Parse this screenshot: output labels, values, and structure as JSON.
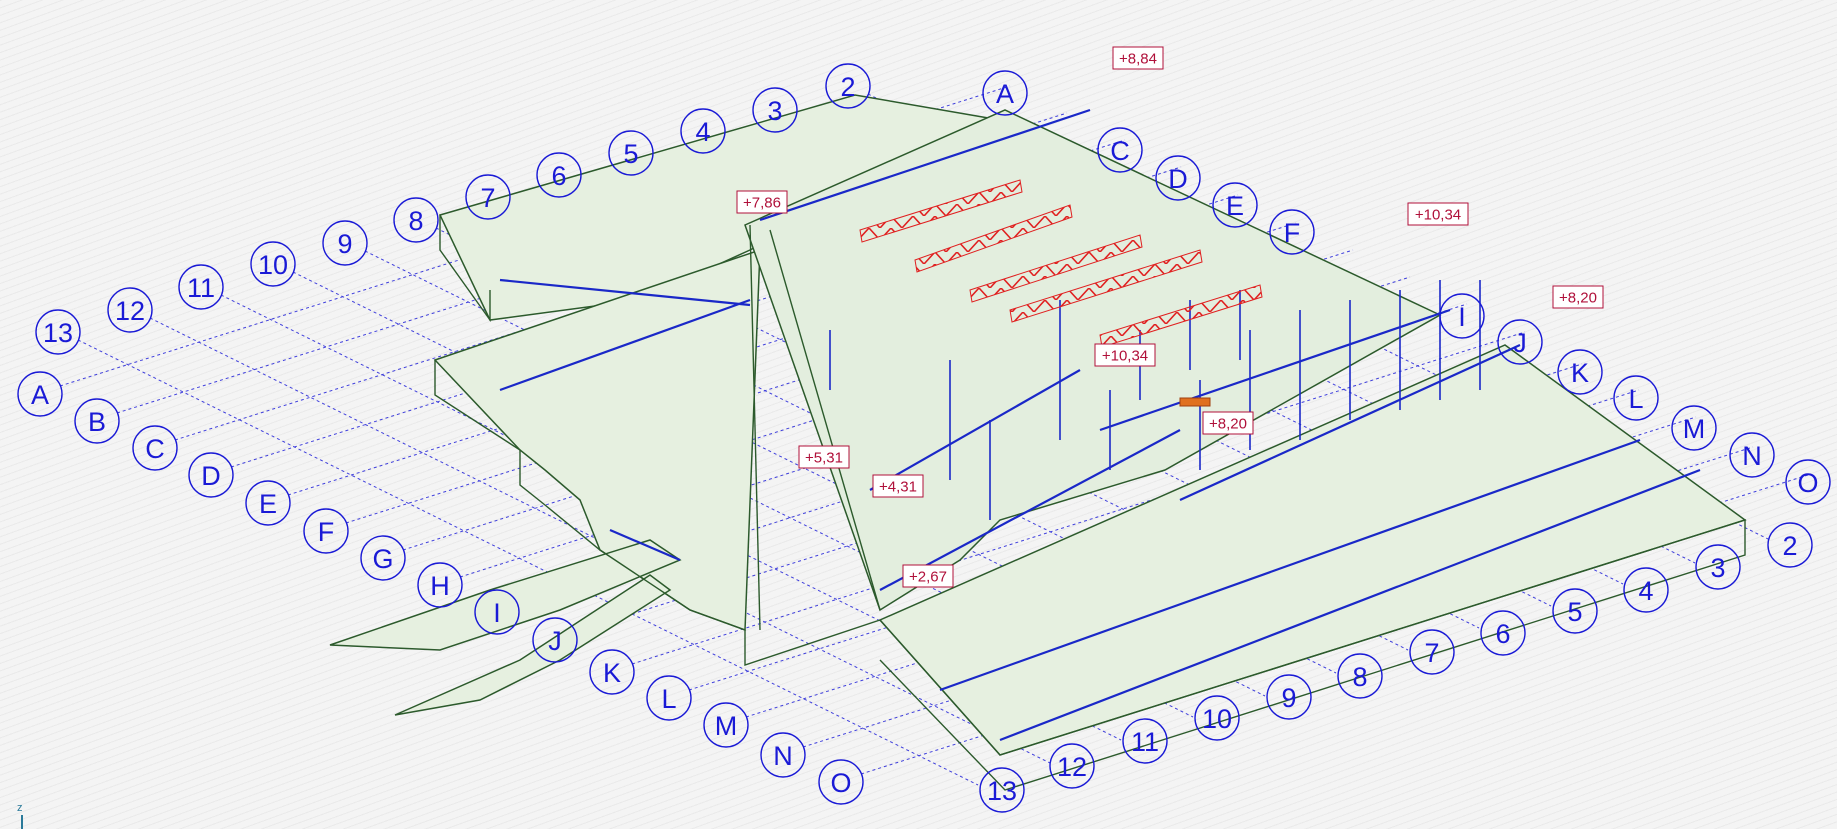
{
  "colors": {
    "grid": "#2020d8",
    "slab_fill": "#e6f0e0",
    "wall_edge": "#2c5a2c",
    "wall_outline": "#8fcf7f",
    "beam": "#1a28c8",
    "truss": "#e02020",
    "level_text": "#b0103a"
  },
  "axis_indicator": {
    "label": "z"
  },
  "grid_left_top_letters": [
    {
      "id": "g-A-top",
      "text": "A"
    },
    {
      "id": "g-C-top",
      "text": "C"
    },
    {
      "id": "g-D-top",
      "text": "D"
    },
    {
      "id": "g-E-top",
      "text": "E"
    },
    {
      "id": "g-F-top",
      "text": "F"
    },
    {
      "id": "g-I-top",
      "text": "I"
    },
    {
      "id": "g-J-top",
      "text": "J"
    },
    {
      "id": "g-K-right",
      "text": "K"
    },
    {
      "id": "g-L-right",
      "text": "L"
    },
    {
      "id": "g-M-right",
      "text": "M"
    },
    {
      "id": "g-N-right",
      "text": "N"
    },
    {
      "id": "g-O-right",
      "text": "O"
    }
  ],
  "grid_top_numbers": [
    {
      "id": "g-2-top",
      "text": "2"
    },
    {
      "id": "g-3-top",
      "text": "3"
    },
    {
      "id": "g-4-top",
      "text": "4"
    },
    {
      "id": "g-5-top",
      "text": "5"
    },
    {
      "id": "g-6-top",
      "text": "6"
    },
    {
      "id": "g-7-top",
      "text": "7"
    },
    {
      "id": "g-8-top",
      "text": "8"
    },
    {
      "id": "g-9-top",
      "text": "9"
    },
    {
      "id": "g-10-top",
      "text": "10"
    },
    {
      "id": "g-11-top",
      "text": "11"
    },
    {
      "id": "g-12-top",
      "text": "12"
    },
    {
      "id": "g-13-top",
      "text": "13"
    }
  ],
  "grid_left_letters": [
    {
      "id": "g-A-left",
      "text": "A"
    },
    {
      "id": "g-B-left",
      "text": "B"
    },
    {
      "id": "g-C-left",
      "text": "C"
    },
    {
      "id": "g-D-left",
      "text": "D"
    },
    {
      "id": "g-E-left",
      "text": "E"
    },
    {
      "id": "g-F-left",
      "text": "F"
    },
    {
      "id": "g-G-left",
      "text": "G"
    },
    {
      "id": "g-H-left",
      "text": "H"
    },
    {
      "id": "g-I-left",
      "text": "I"
    },
    {
      "id": "g-J-left",
      "text": "J"
    },
    {
      "id": "g-K-left",
      "text": "K"
    },
    {
      "id": "g-L-left",
      "text": "L"
    },
    {
      "id": "g-M-left",
      "text": "M"
    },
    {
      "id": "g-N-left",
      "text": "N"
    },
    {
      "id": "g-O-left",
      "text": "O"
    }
  ],
  "grid_bottom_numbers": [
    {
      "id": "g-13-bottom",
      "text": "13"
    },
    {
      "id": "g-12-bottom",
      "text": "12"
    },
    {
      "id": "g-11-bottom",
      "text": "11"
    },
    {
      "id": "g-10-bottom",
      "text": "10"
    },
    {
      "id": "g-9-bottom",
      "text": "9"
    },
    {
      "id": "g-8-bottom",
      "text": "8"
    },
    {
      "id": "g-7-bottom",
      "text": "7"
    },
    {
      "id": "g-6-bottom",
      "text": "6"
    },
    {
      "id": "g-5-bottom",
      "text": "5"
    },
    {
      "id": "g-4-bottom",
      "text": "4"
    },
    {
      "id": "g-3-bottom",
      "text": "3"
    },
    {
      "id": "g-2-bottom",
      "text": "2"
    }
  ],
  "level_labels": [
    {
      "id": "lvl-884",
      "text": "+8,84"
    },
    {
      "id": "lvl-786",
      "text": "+7,86"
    },
    {
      "id": "lvl-1034-right",
      "text": "+10,34"
    },
    {
      "id": "lvl-820-right",
      "text": "+8,20"
    },
    {
      "id": "lvl-1034-mid",
      "text": "+10,34"
    },
    {
      "id": "lvl-820-mid",
      "text": "+8,20"
    },
    {
      "id": "lvl-531",
      "text": "+5,31"
    },
    {
      "id": "lvl-431",
      "text": "+4,31"
    },
    {
      "id": "lvl-267",
      "text": "+2,67"
    }
  ]
}
